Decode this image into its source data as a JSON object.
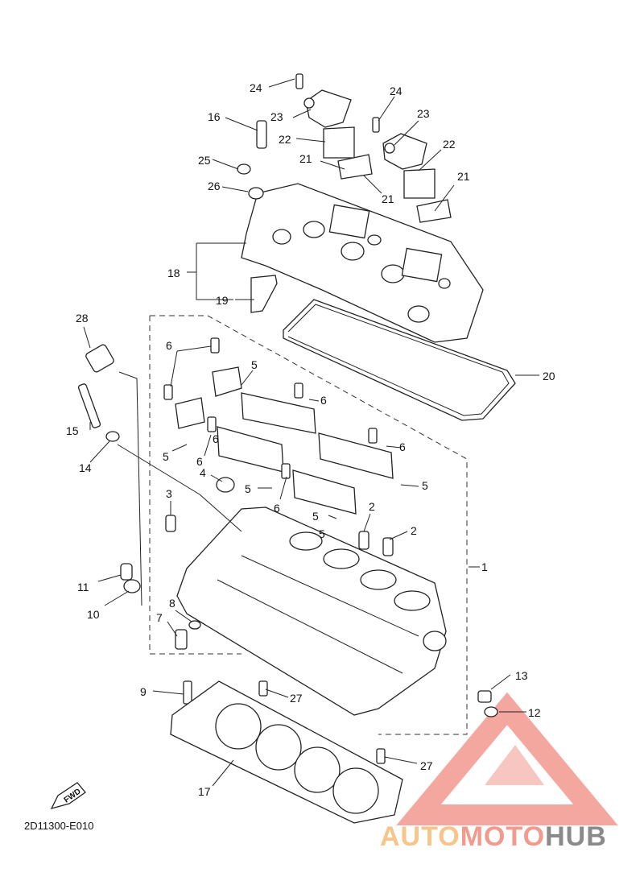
{
  "diagram": {
    "code": "2D11300-E010",
    "fwd_label": "FWD",
    "callouts": [
      "1",
      "2",
      "2",
      "3",
      "4",
      "5",
      "5",
      "5",
      "5",
      "5",
      "5",
      "6",
      "6",
      "6",
      "6",
      "6",
      "6",
      "7",
      "8",
      "9",
      "10",
      "11",
      "12",
      "13",
      "14",
      "15",
      "16",
      "17",
      "18",
      "19",
      "20",
      "21",
      "21",
      "21",
      "22",
      "22",
      "23",
      "23",
      "24",
      "24",
      "25",
      "26",
      "27",
      "27",
      "28"
    ]
  },
  "watermark": {
    "brand_part1": "AUTO",
    "brand_part2": "MOTO",
    "brand_part3": "HUB",
    "colors": {
      "triangle": "#f08a80",
      "auto": "#f7c58a",
      "moto": "#f29a8e",
      "hub": "#8a8a8a"
    }
  }
}
